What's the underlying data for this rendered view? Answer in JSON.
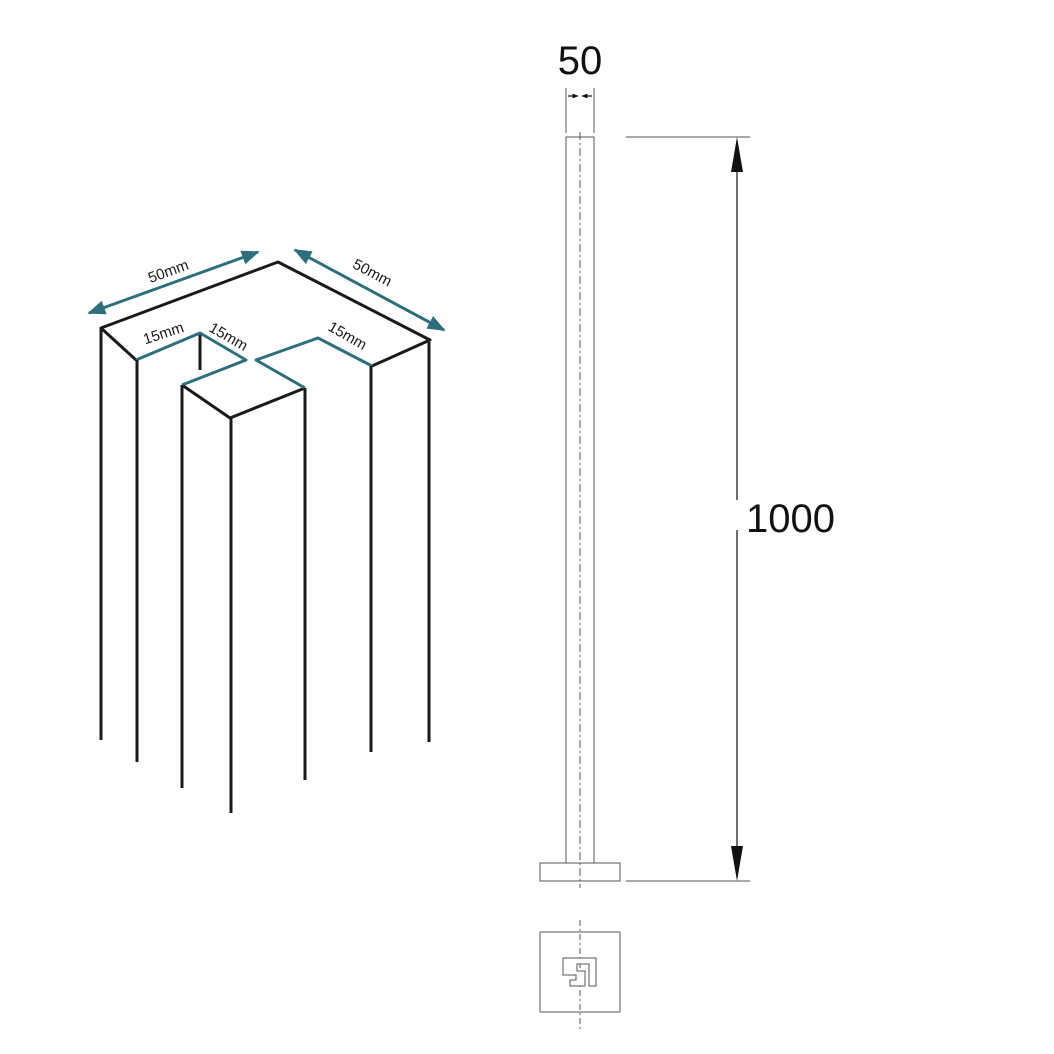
{
  "isometric_view": {
    "labels": {
      "top_left": "50mm",
      "top_right": "50mm",
      "slot_left": "15mm",
      "slot_middle": "15mm",
      "slot_right": "15mm"
    }
  },
  "elevation_view": {
    "width_dimension": "50",
    "height_dimension": "1000"
  },
  "colors": {
    "accent": "#2e6f7e",
    "line": "#1a1a1a",
    "thin_line": "#555555"
  }
}
